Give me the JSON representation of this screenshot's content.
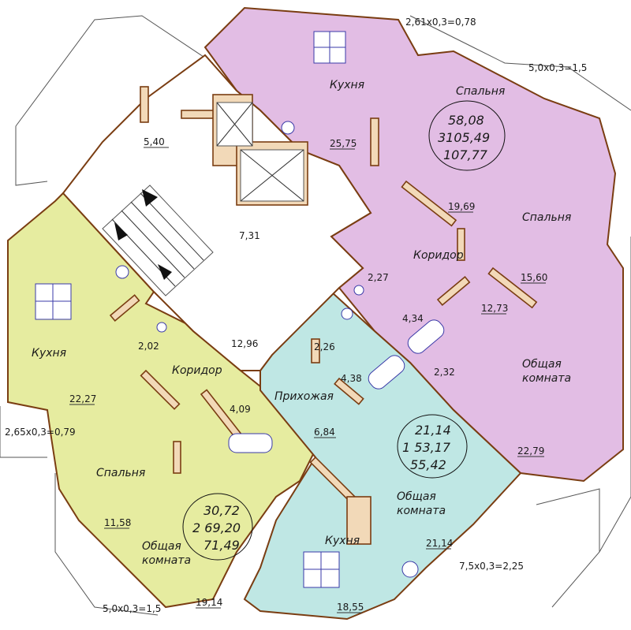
{
  "colors": {
    "apt_green": "#e6eca0",
    "apt_pink": "#e2bde4",
    "apt_cyan": "#bfe7e4",
    "common": "#ffffff",
    "wall": "#f2d9b8",
    "wall_stroke": "#7a3d12",
    "fixture": "#3a3aa8"
  },
  "apartment_pink": {
    "totals": {
      "line1": "58,08",
      "line2": "3105,49",
      "line3": "107,77"
    },
    "rooms": [
      {
        "label": "Кухня",
        "area": "25,75"
      },
      {
        "label": "Спальня",
        "area": "19,69"
      },
      {
        "label": "Спальня",
        "area": "15,60"
      },
      {
        "label": "Коридор",
        "area": "12,73"
      },
      {
        "label": "Общая комната",
        "area": "22,79"
      }
    ],
    "small_areas": [
      "2,27",
      "4,34",
      "2,32"
    ],
    "balconies": [
      "2,61х0,3=0,78",
      "5,0х0,3=1,5"
    ]
  },
  "apartment_green": {
    "totals": {
      "line1": "30,72",
      "line2": "2 69,20",
      "line3": "71,49"
    },
    "rooms": [
      {
        "label": "Кухня",
        "area": "22,27"
      },
      {
        "label": "Коридор",
        "area": "2,02"
      },
      {
        "label": "Спальня",
        "area": "11,58"
      },
      {
        "label": "Общая комната",
        "area": "19,14"
      }
    ],
    "small_areas": [
      "4,09"
    ],
    "balconies": [
      "2,65х0,3=0,79",
      "5,0х0,3=1,5"
    ]
  },
  "apartment_cyan": {
    "totals": {
      "line1": "21,14",
      "line2": "1 53,17",
      "line3": "55,42"
    },
    "rooms": [
      {
        "label": "Прихожая",
        "area": "6,84"
      },
      {
        "label": "Общая комната",
        "area": "21,14"
      },
      {
        "label": "Кухня",
        "area": "18,55"
      }
    ],
    "small_areas": [
      "2,26",
      "4,38"
    ],
    "balconies": [
      "7,5х0,3=2,25"
    ]
  },
  "common_areas": [
    "5,40",
    "7,31",
    "12,96"
  ],
  "room_words": {
    "obshchaya": "Общая",
    "komnata": "комната"
  }
}
